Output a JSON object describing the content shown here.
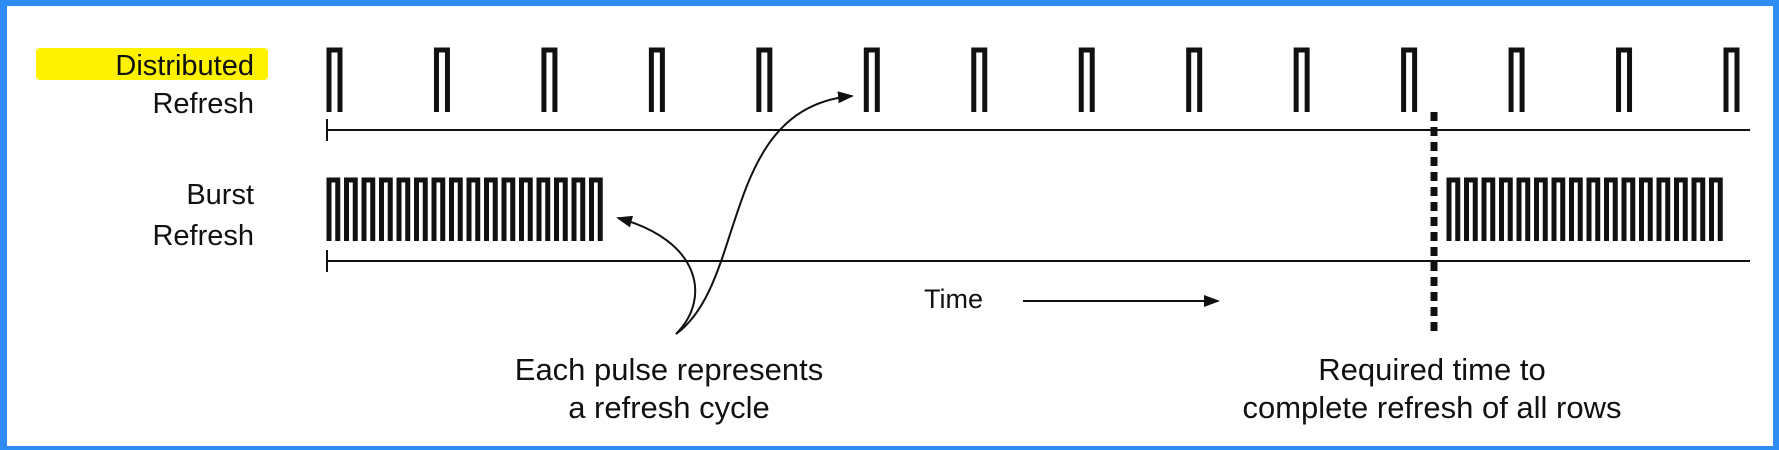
{
  "labels": {
    "distributed_line1": "Distributed",
    "distributed_line2": "Refresh",
    "burst_line1": "Burst",
    "burst_line2": "Refresh",
    "time": "Time",
    "note_pulse_line1": "Each pulse represents",
    "note_pulse_line2": "a refresh cycle",
    "note_required_line1": "Required time to",
    "note_required_line2": "complete refresh of all rows"
  },
  "waveforms": {
    "distributed": {
      "pulse_count": 14,
      "spacing": "uniform across the full interval"
    },
    "burst": {
      "groups": 2,
      "pulses_per_group": 16,
      "placement": [
        "start of interval",
        "start of next interval"
      ]
    }
  },
  "colors": {
    "frame": "#2f8cf5",
    "ink": "#111111",
    "highlight": "#fff200"
  }
}
